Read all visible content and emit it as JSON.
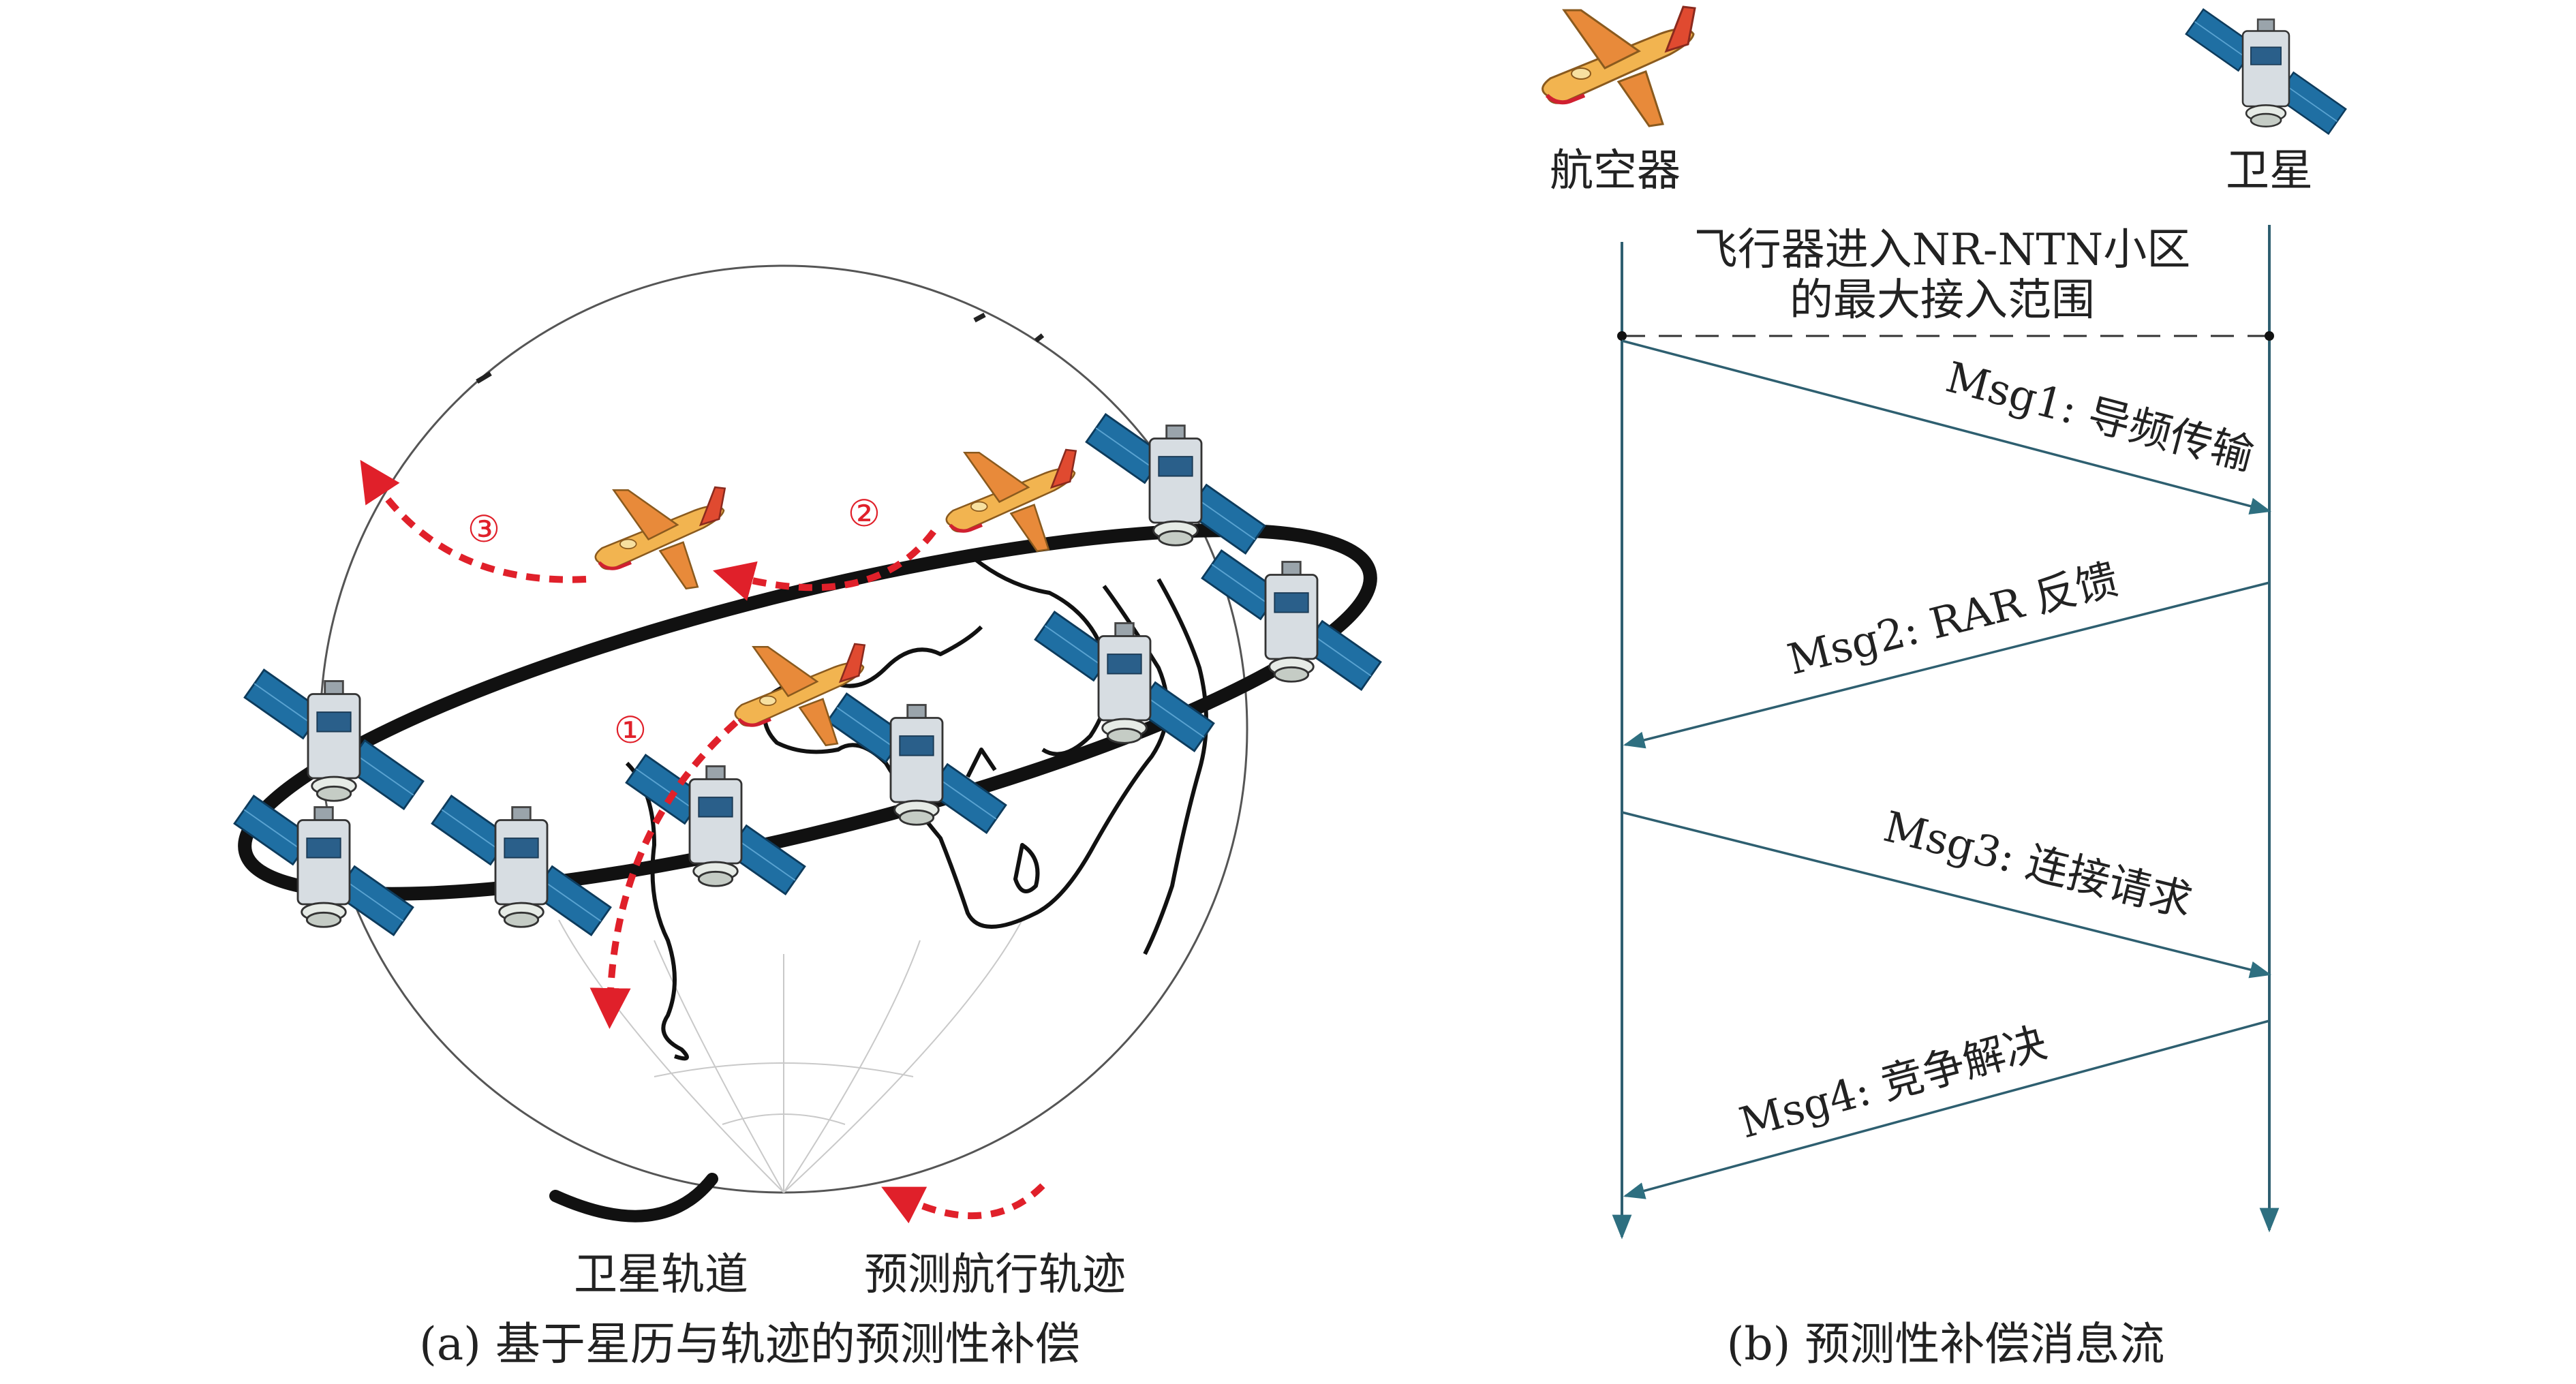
{
  "panel_a": {
    "caption": "(a) 基于星历与轨迹的预测性补偿",
    "step_markers": [
      "①",
      "②",
      "③"
    ],
    "legend": {
      "orbit_label": "卫星轨道",
      "trajectory_label": "预测航行轨迹"
    }
  },
  "panel_b": {
    "caption": "(b) 预测性补偿消息流",
    "aircraft_label": "航空器",
    "satellite_label": "卫星",
    "range_note_line1": "飞行器进入NR-NTN小区",
    "range_note_line2": "的最大接入范围",
    "messages": [
      {
        "text": "Msg1: 导频传输",
        "direction": "aircraft-to-satellite"
      },
      {
        "text": "Msg2: RAR 反馈",
        "direction": "satellite-to-aircraft"
      },
      {
        "text": "Msg3: 连接请求",
        "direction": "aircraft-to-satellite"
      },
      {
        "text": "Msg4: 竞争解决",
        "direction": "satellite-to-aircraft"
      }
    ]
  },
  "colors": {
    "trajectory": "#e0202a",
    "orbit": "#111111",
    "lifeline": "#2e5f70",
    "solar_panel": "#1f6fa3"
  },
  "icons": [
    "airplane-icon",
    "satellite-icon"
  ]
}
